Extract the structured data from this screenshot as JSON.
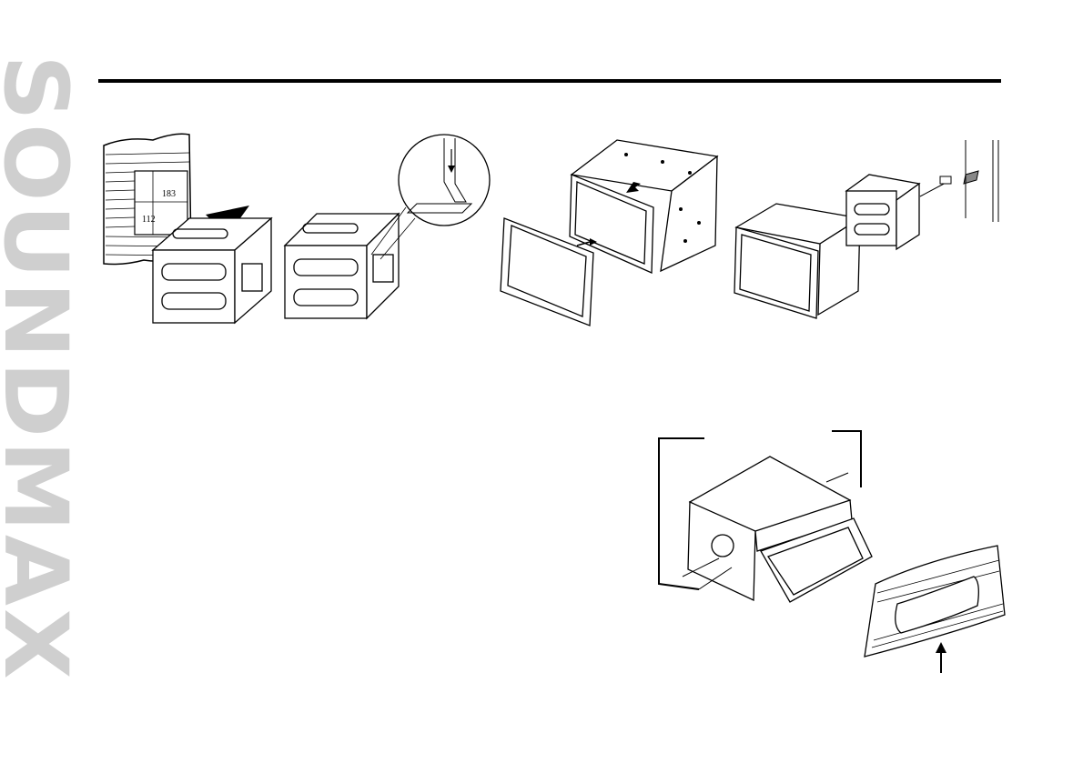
{
  "brand": {
    "logo_text": "SOUNDMAX",
    "logo_color": "#cfcfcf"
  },
  "header": {
    "rule_color": "#000000"
  },
  "figures": {
    "cage_insert": {
      "width_label": "183",
      "height_label": "112"
    }
  }
}
